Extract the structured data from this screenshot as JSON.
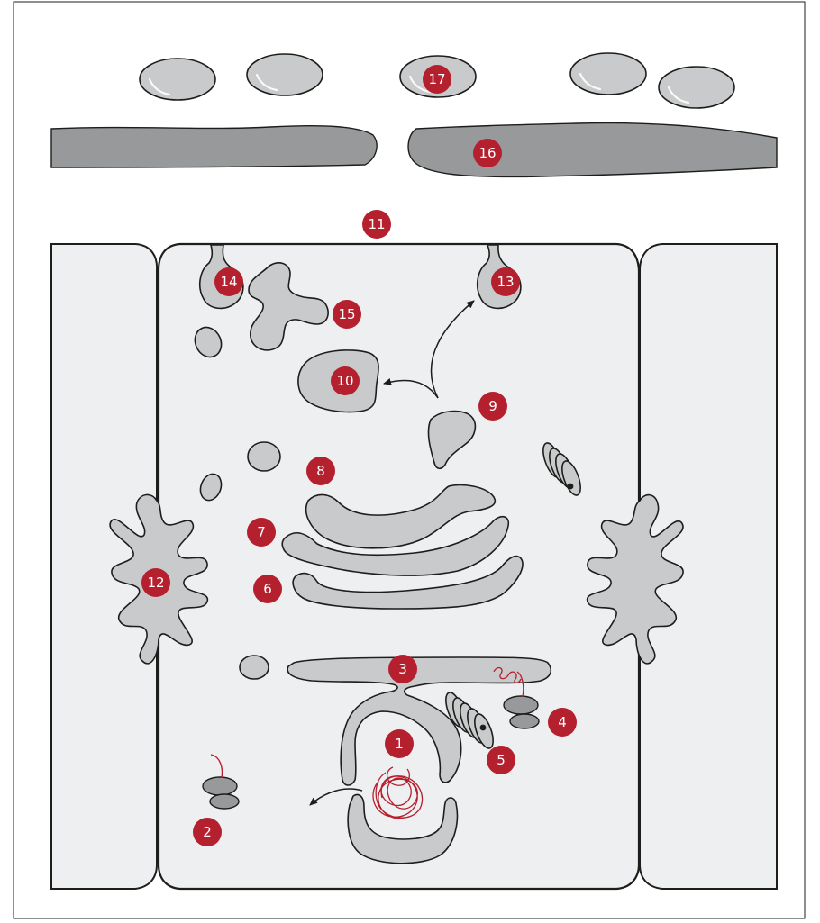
{
  "colors": {
    "badge": "#b5202e",
    "organelle_fill": "#c9cacc",
    "cytoplasm": "#eeeff0",
    "membrane": "#1d1d1b",
    "connective_band": "#98999b",
    "rna_strand": "#b5202e"
  },
  "labels": {
    "l1": "1",
    "l2": "2",
    "l3": "3",
    "l4": "4",
    "l5": "5",
    "l6": "6",
    "l7": "7",
    "l8": "8",
    "l9": "9",
    "l10": "10",
    "l11": "11",
    "l12": "12",
    "l13": "13",
    "l14": "14",
    "l15": "15",
    "l16": "16",
    "l17": "17"
  }
}
